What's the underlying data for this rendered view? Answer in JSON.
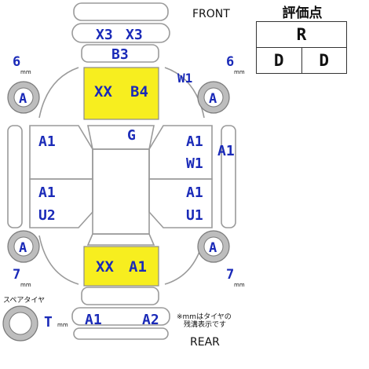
{
  "labels": {
    "front": "FRONT",
    "rear": "REAR",
    "grade_title": "評価点",
    "spare_tire": "スペアタイヤ",
    "note_line1": "※mmはタイヤの",
    "note_line2": "残溝表示です"
  },
  "grade": {
    "overall": "R",
    "interior": "D",
    "exterior": "D"
  },
  "damage_codes": {
    "front_bumper_left": "X3",
    "front_bumper_right": "X3",
    "grille": "B3",
    "hood_left": "XX",
    "hood_right": "B4",
    "windshield": "W1",
    "roof": "G",
    "front_fender_left": "A1",
    "front_door_right": "A1",
    "front_door_right_glass": "W1",
    "front_fender_right": "A1",
    "rear_door_left": "A1",
    "rear_door_left_2": "U2",
    "rear_door_right": "A1",
    "rear_door_right_2": "U1",
    "trunk_left": "XX",
    "trunk_right": "A1",
    "rear_bumper_left": "A1",
    "rear_bumper_right": "A2"
  },
  "tires": {
    "front_left": {
      "code": "A",
      "tread": "6",
      "unit": "mm"
    },
    "front_right": {
      "code": "A",
      "tread": "6",
      "unit": "mm"
    },
    "rear_left": {
      "code": "A",
      "tread": "7",
      "unit": "mm"
    },
    "rear_right": {
      "code": "A",
      "tread": "7",
      "unit": "mm"
    },
    "spare": {
      "code": "T",
      "unit": "mm"
    }
  },
  "colors": {
    "highlight": "#f7ee1f",
    "code_text": "#1a2ab8",
    "outline": "#9a9a9a"
  }
}
